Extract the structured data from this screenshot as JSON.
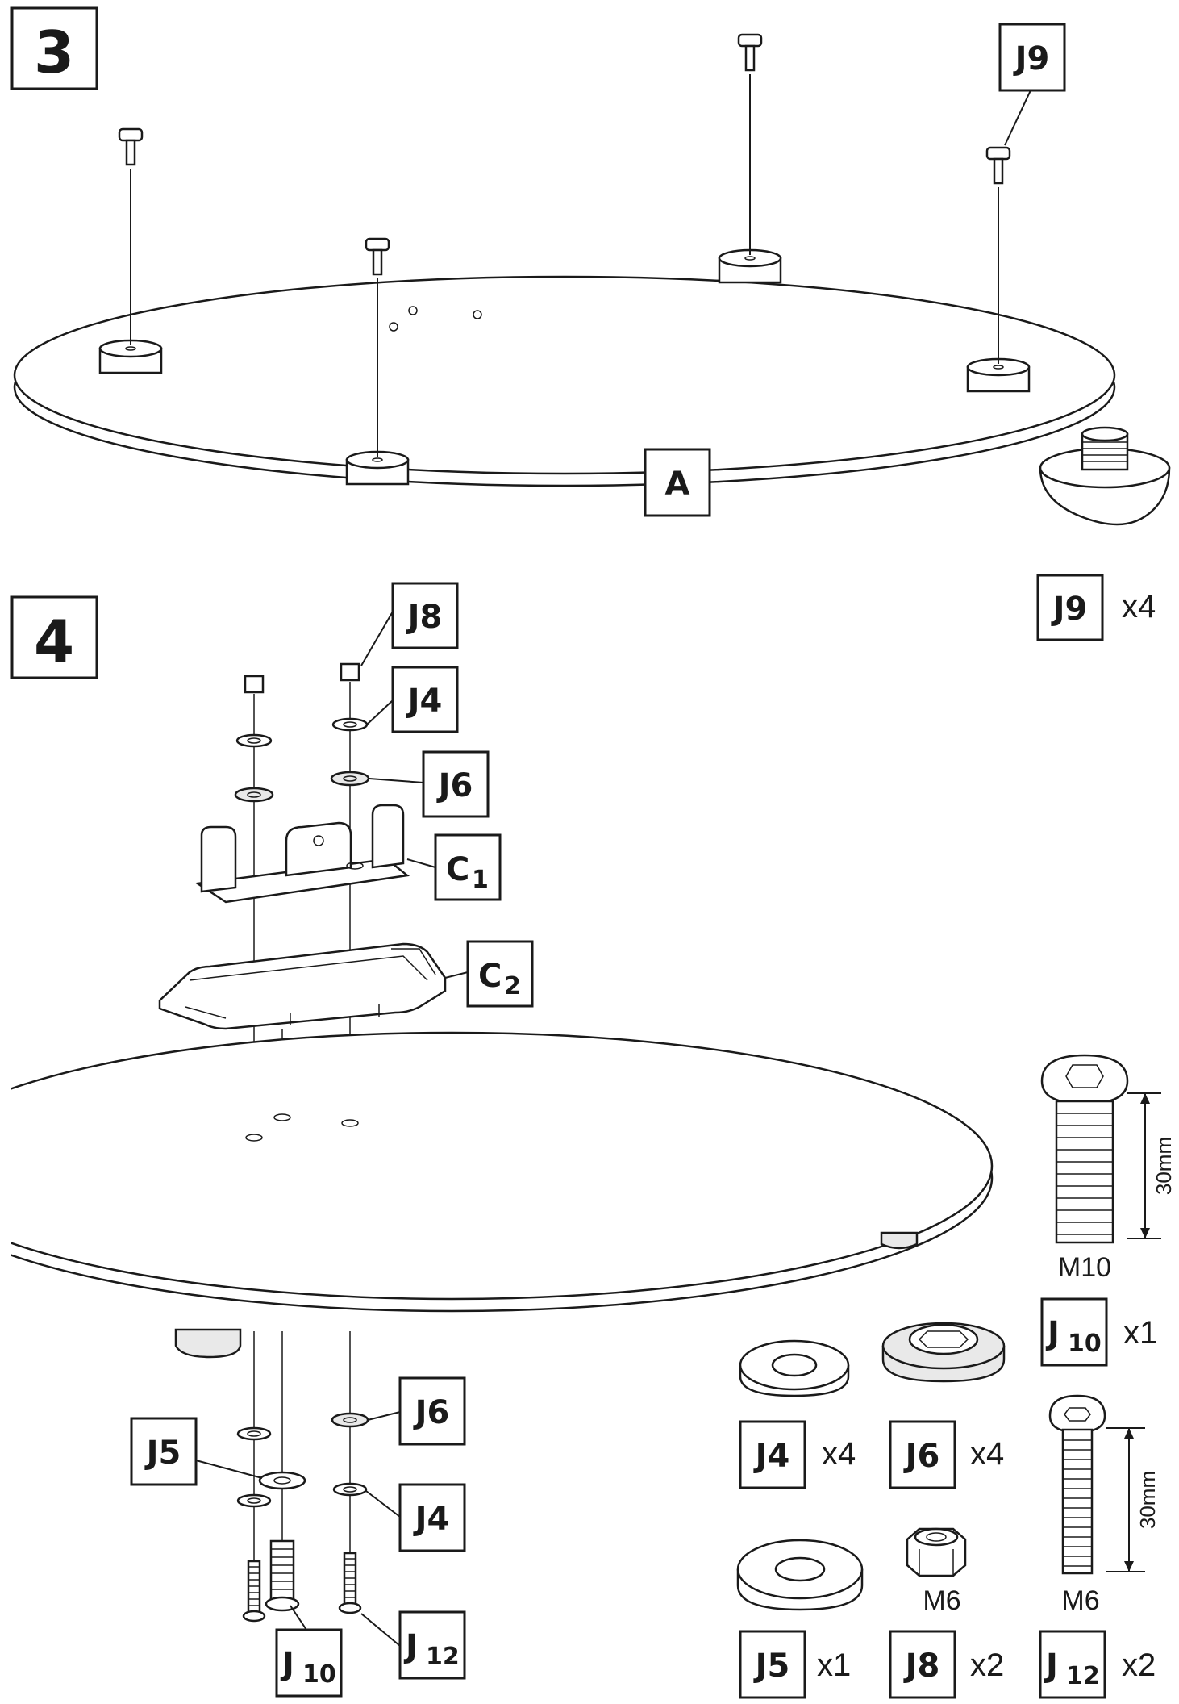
{
  "steps": {
    "step3": "3",
    "step4": "4"
  },
  "step3": {
    "part_A": "A",
    "callout_J9": "J9",
    "legend": {
      "label": "J9",
      "qty": "x4"
    }
  },
  "step4": {
    "callouts": {
      "J8": "J8",
      "J4_top": "J4",
      "J6_top": "J6",
      "C": "C",
      "C1_sub": "1",
      "C2_sub": "2",
      "J5": "J5",
      "J6_bottom": "J6",
      "J4_bottom": "J4",
      "J10": "J",
      "J10_sub": "10",
      "J12": "J",
      "J12_sub": "12"
    },
    "legend": {
      "bolt_M10": {
        "spec": "M10",
        "dim": "30mm",
        "label": "J",
        "sub": "10",
        "qty": "x1"
      },
      "washer_J4": {
        "label": "J4",
        "qty": "x4"
      },
      "washer_J6": {
        "label": "J6",
        "qty": "x4"
      },
      "bolt_M6": {
        "spec": "M6",
        "dim": "30mm",
        "label": "J",
        "sub": "12",
        "qty": "x2"
      },
      "washer_J5": {
        "label": "J5",
        "qty": "x1"
      },
      "nut_J8": {
        "spec": "M6",
        "label": "J8",
        "qty": "x2"
      }
    }
  },
  "colors": {
    "ink": "#1a1a1a",
    "paper": "#ffffff",
    "shade": "#e9e9e9"
  }
}
